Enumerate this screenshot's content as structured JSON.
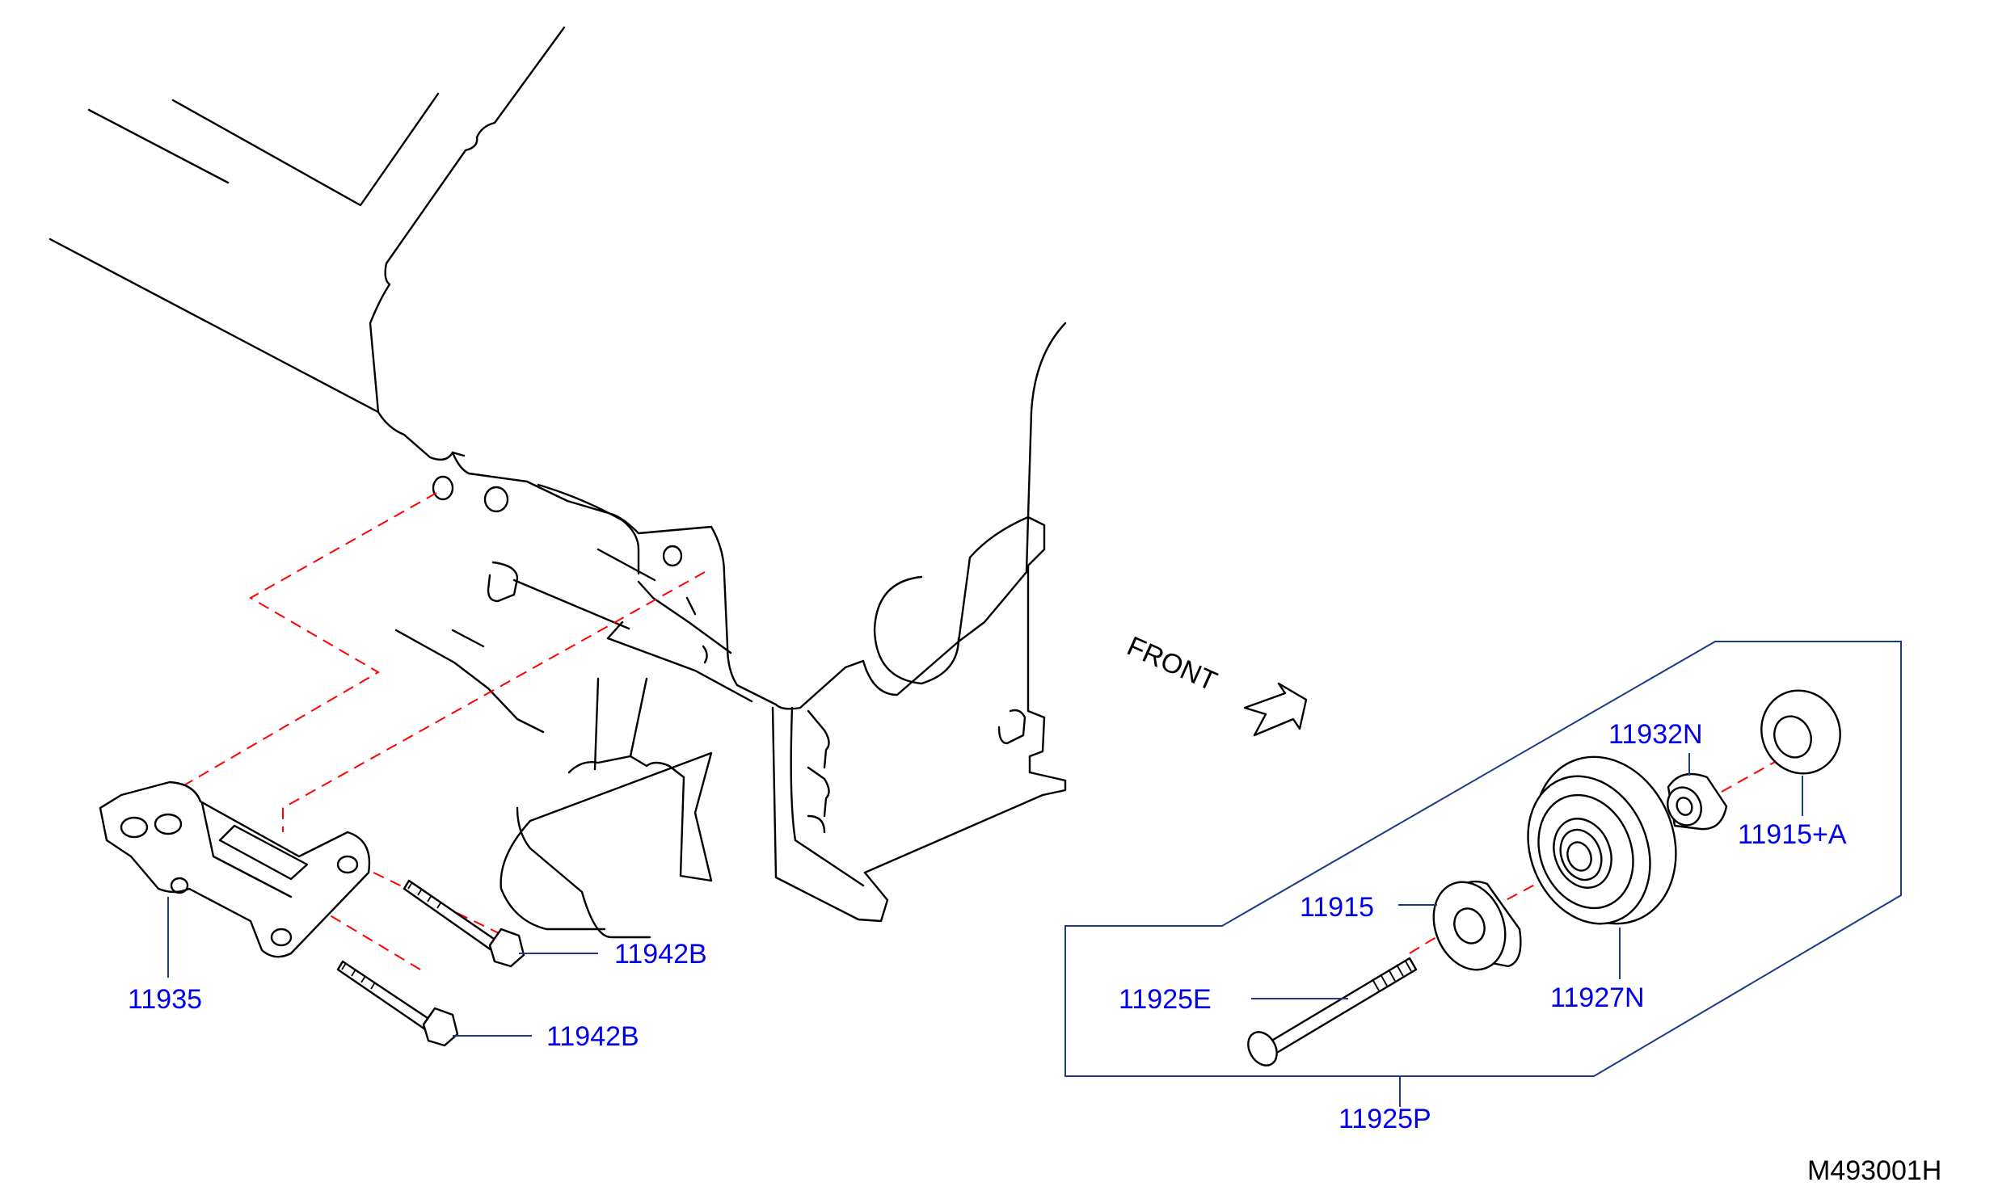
{
  "diagram": {
    "front_label": "FRONT",
    "drawing_code": "M493001H",
    "callouts": {
      "bracket": "11935",
      "bolt_upper": "11942B",
      "bolt_lower": "11942B",
      "washer_outer": "11915+A",
      "spacer": "11932N",
      "washer_inner": "11915",
      "pulley": "11927N",
      "pulley_bolt": "11925E",
      "idler_assembly": "11925P"
    }
  }
}
